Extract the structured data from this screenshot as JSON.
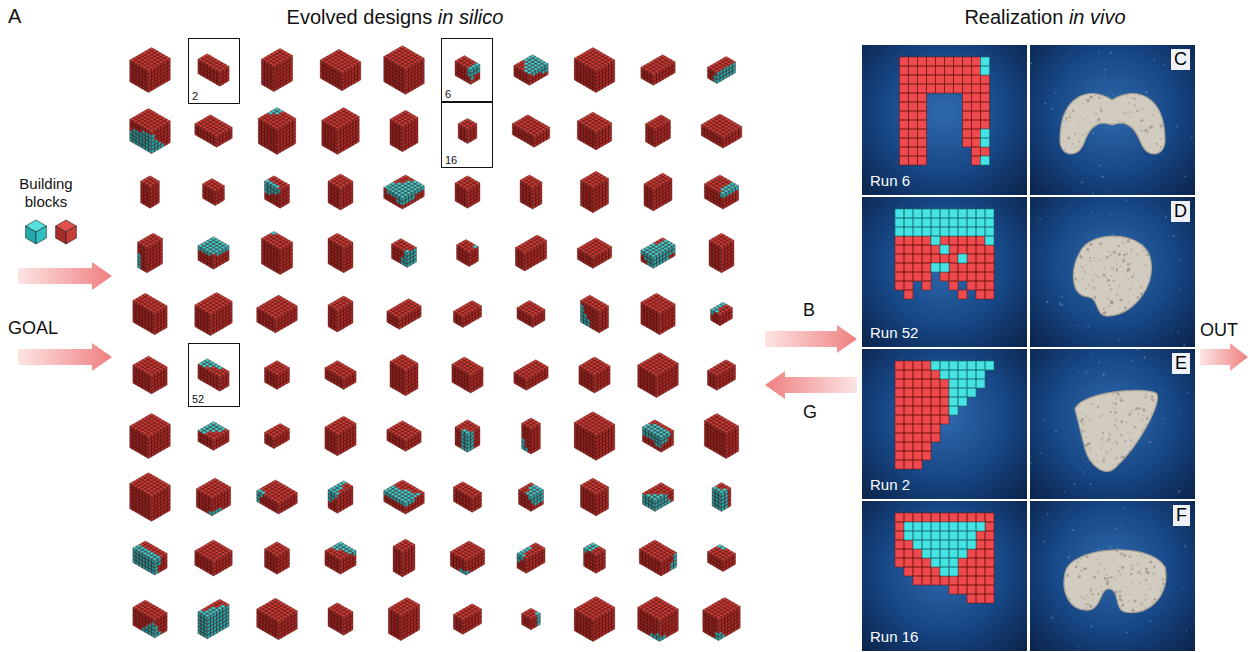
{
  "diagram": {
    "nodes": [
      {
        "text": [
          "2"
        ]
      },
      {
        "text": [
          "6"
        ]
      },
      {
        "text": [
          "16"
        ]
      },
      {
        "text": [
          "52"
        ]
      },
      {
        "text": [
          "Run 6"
        ]
      },
      {
        "text": [
          "C"
        ]
      },
      {
        "text": [
          "Run 52"
        ]
      },
      {
        "text": [
          "D"
        ]
      },
      {
        "text": [
          "Run 2"
        ]
      },
      {
        "text": [
          "E"
        ]
      },
      {
        "text": [
          "Run 16"
        ]
      },
      {
        "text": [
          "F"
        ]
      }
    ],
    "labels": [
      "A",
      "Evolved designs",
      "in silico",
      "Realization",
      "in vivo",
      "Building blocks",
      "GOAL",
      "B",
      "G",
      "OUT"
    ]
  }
}
